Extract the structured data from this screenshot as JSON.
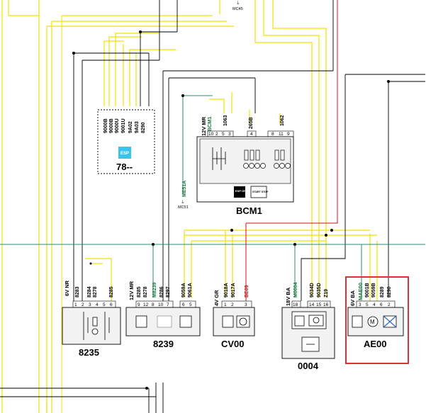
{
  "components": {
    "c78": {
      "label": "78--",
      "badge": "ESP",
      "wires": [
        "9000B",
        "9000B",
        "9000U",
        "9001U",
        "9A02",
        "9A03",
        "8290"
      ]
    },
    "bcm1": {
      "label": "BCM1",
      "connector": "12V MR",
      "connector_id": "MBCM1",
      "wires": [
        "1063",
        "265B",
        "1062"
      ],
      "pins": [
        "10",
        "2",
        "5",
        "3",
        "4",
        "8",
        "11",
        "9"
      ],
      "esp_off": "ESP OFF",
      "start_stop": "START STOP"
    },
    "c8235": {
      "label": "8235",
      "connector": "6V NR",
      "wires": [
        "8283",
        "8284",
        "8278",
        "8285"
      ],
      "pins": [
        "1",
        "2",
        "3",
        "4",
        "5",
        "6"
      ]
    },
    "c8239": {
      "label": "8239",
      "connector": "12V MR",
      "wires": [
        "8285",
        "8278",
        "M8239",
        "8286",
        "8297",
        "9059A",
        "9061A"
      ],
      "pins": [
        "9",
        "12",
        "8",
        "10",
        "7",
        "6",
        "5"
      ]
    },
    "cv00": {
      "label": "CV00",
      "connector": "4V GR",
      "wires": [
        "9018A",
        "9017A",
        "BE09"
      ],
      "pins": [
        "1",
        "2",
        "3"
      ]
    },
    "c0004": {
      "label": "0004",
      "connector": "18V BA",
      "wires": [
        "M0004",
        "9034D",
        "9035D",
        "Z19"
      ],
      "pins": [
        "18",
        "14",
        "15",
        "16"
      ]
    },
    "ae00": {
      "label": "AE00",
      "connector": "6V BA",
      "connector_id": "MAE00",
      "wires": [
        "9001B",
        "9059B",
        "8289",
        "8290"
      ],
      "pins": [
        "3",
        "5",
        "4",
        "6",
        "2"
      ]
    }
  },
  "refs": {
    "me51a": "ME51A",
    "mc51": "MC51",
    "mc45": "MC45"
  },
  "colors": {
    "yellow": "#f2e200",
    "black": "#000000",
    "green": "#1a7a3a",
    "red": "#d11111",
    "teal": "#2e8b7a",
    "highlight": "#d33",
    "esp_badge": "#3cc4e8"
  }
}
